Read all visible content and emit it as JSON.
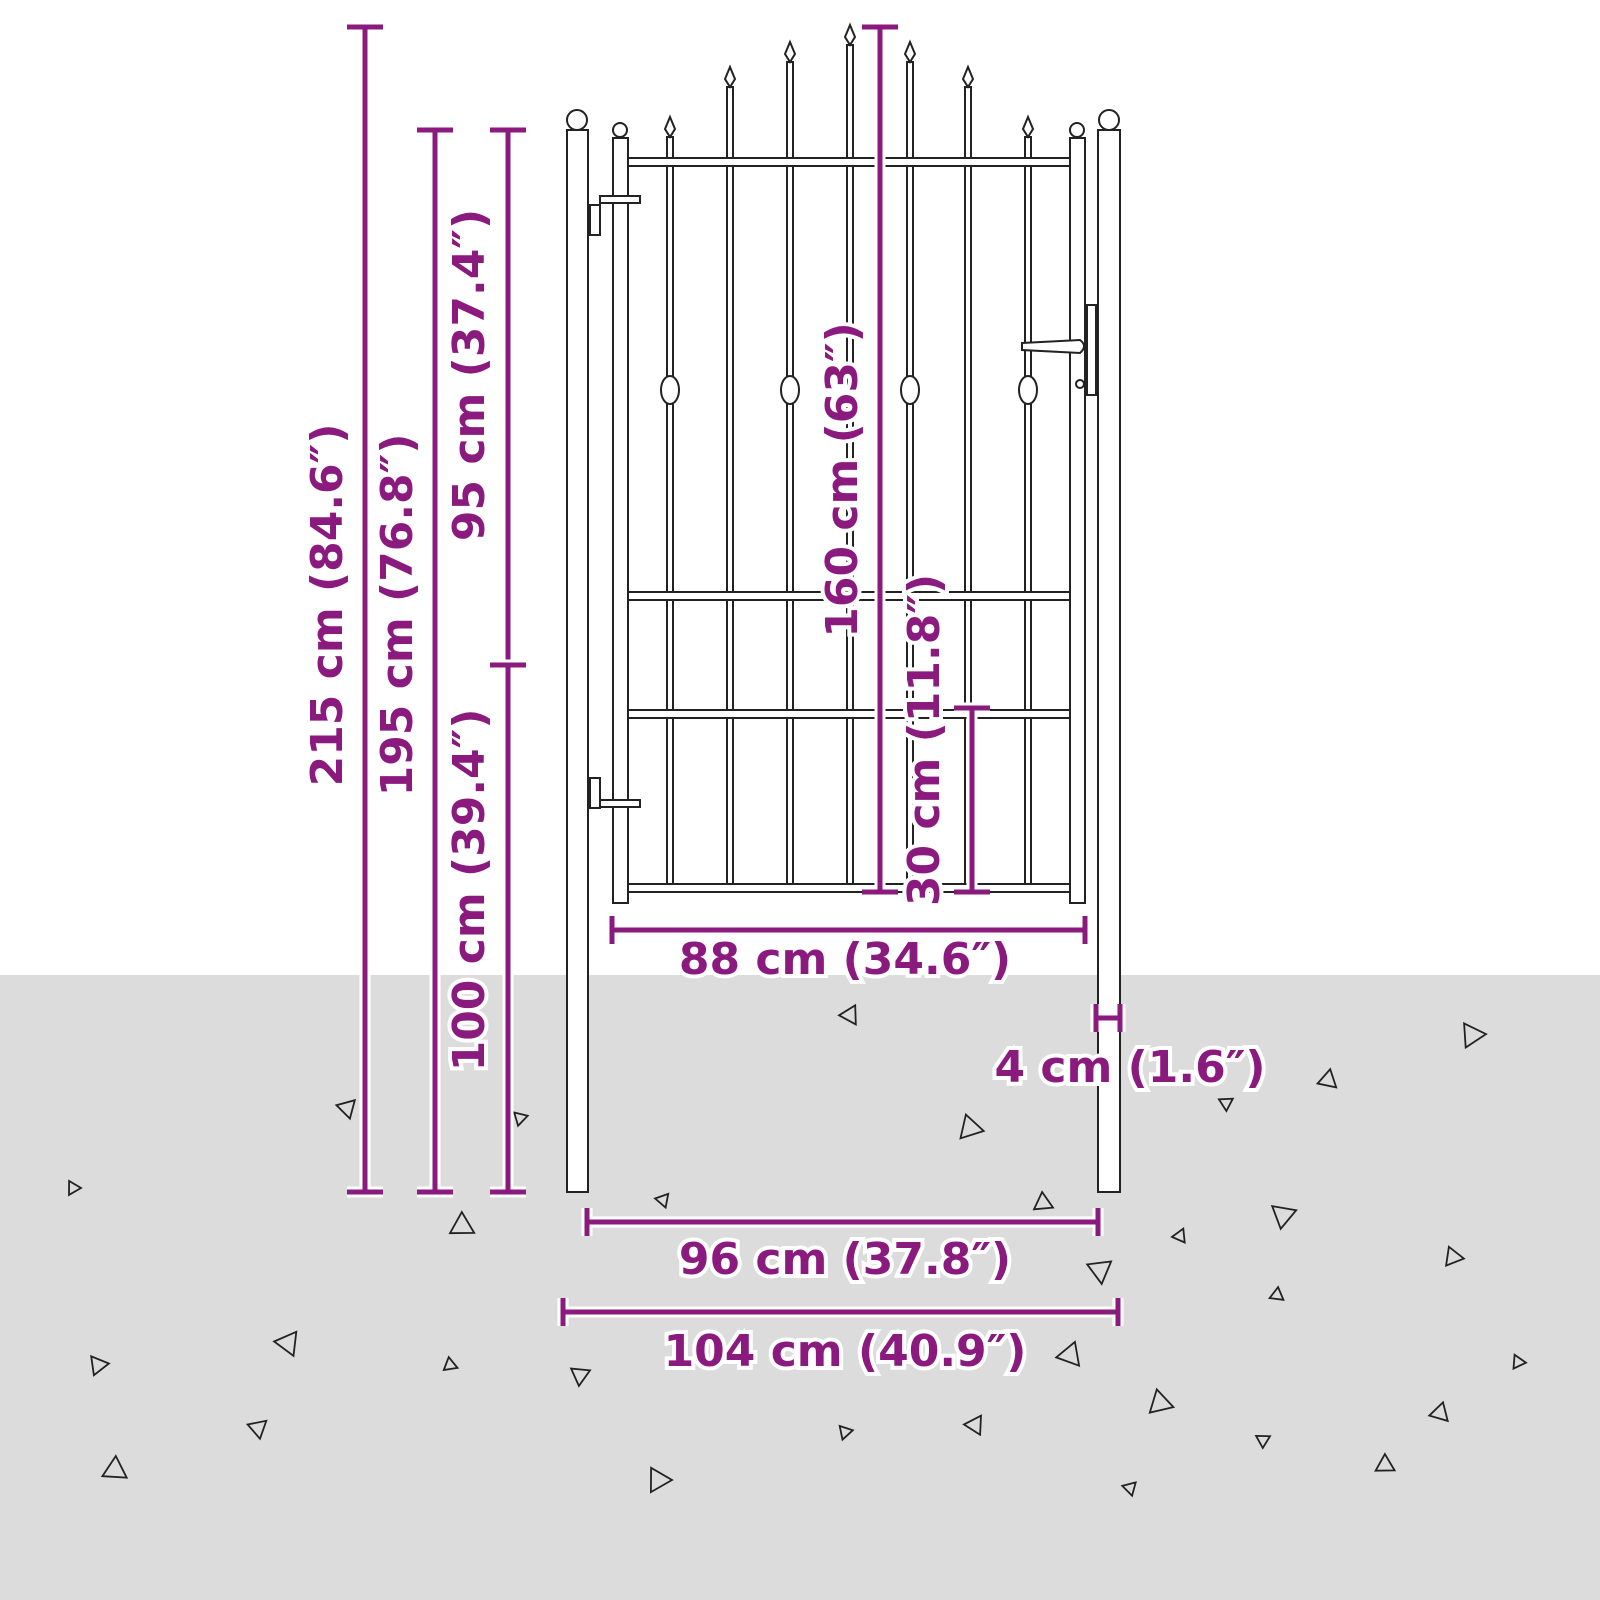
{
  "colors": {
    "dimension": "#8b1a7f",
    "ground": "#dcdcdc",
    "line": "#222222"
  },
  "dimensions": {
    "total_height": "215 cm (84.6″)",
    "gate_height": "195 cm (76.8″)",
    "upper_height": "95 cm (37.4″)",
    "lower_height": "100 cm (39.4″)",
    "center_height": "160 cm (63″)",
    "bottom_gap": "30 cm (11.8″)",
    "gate_width": "88 cm (34.6″)",
    "post_width": "4 cm (1.6″)",
    "inner_width": "96 cm (37.8″)",
    "outer_width": "104 cm (40.9″)"
  }
}
